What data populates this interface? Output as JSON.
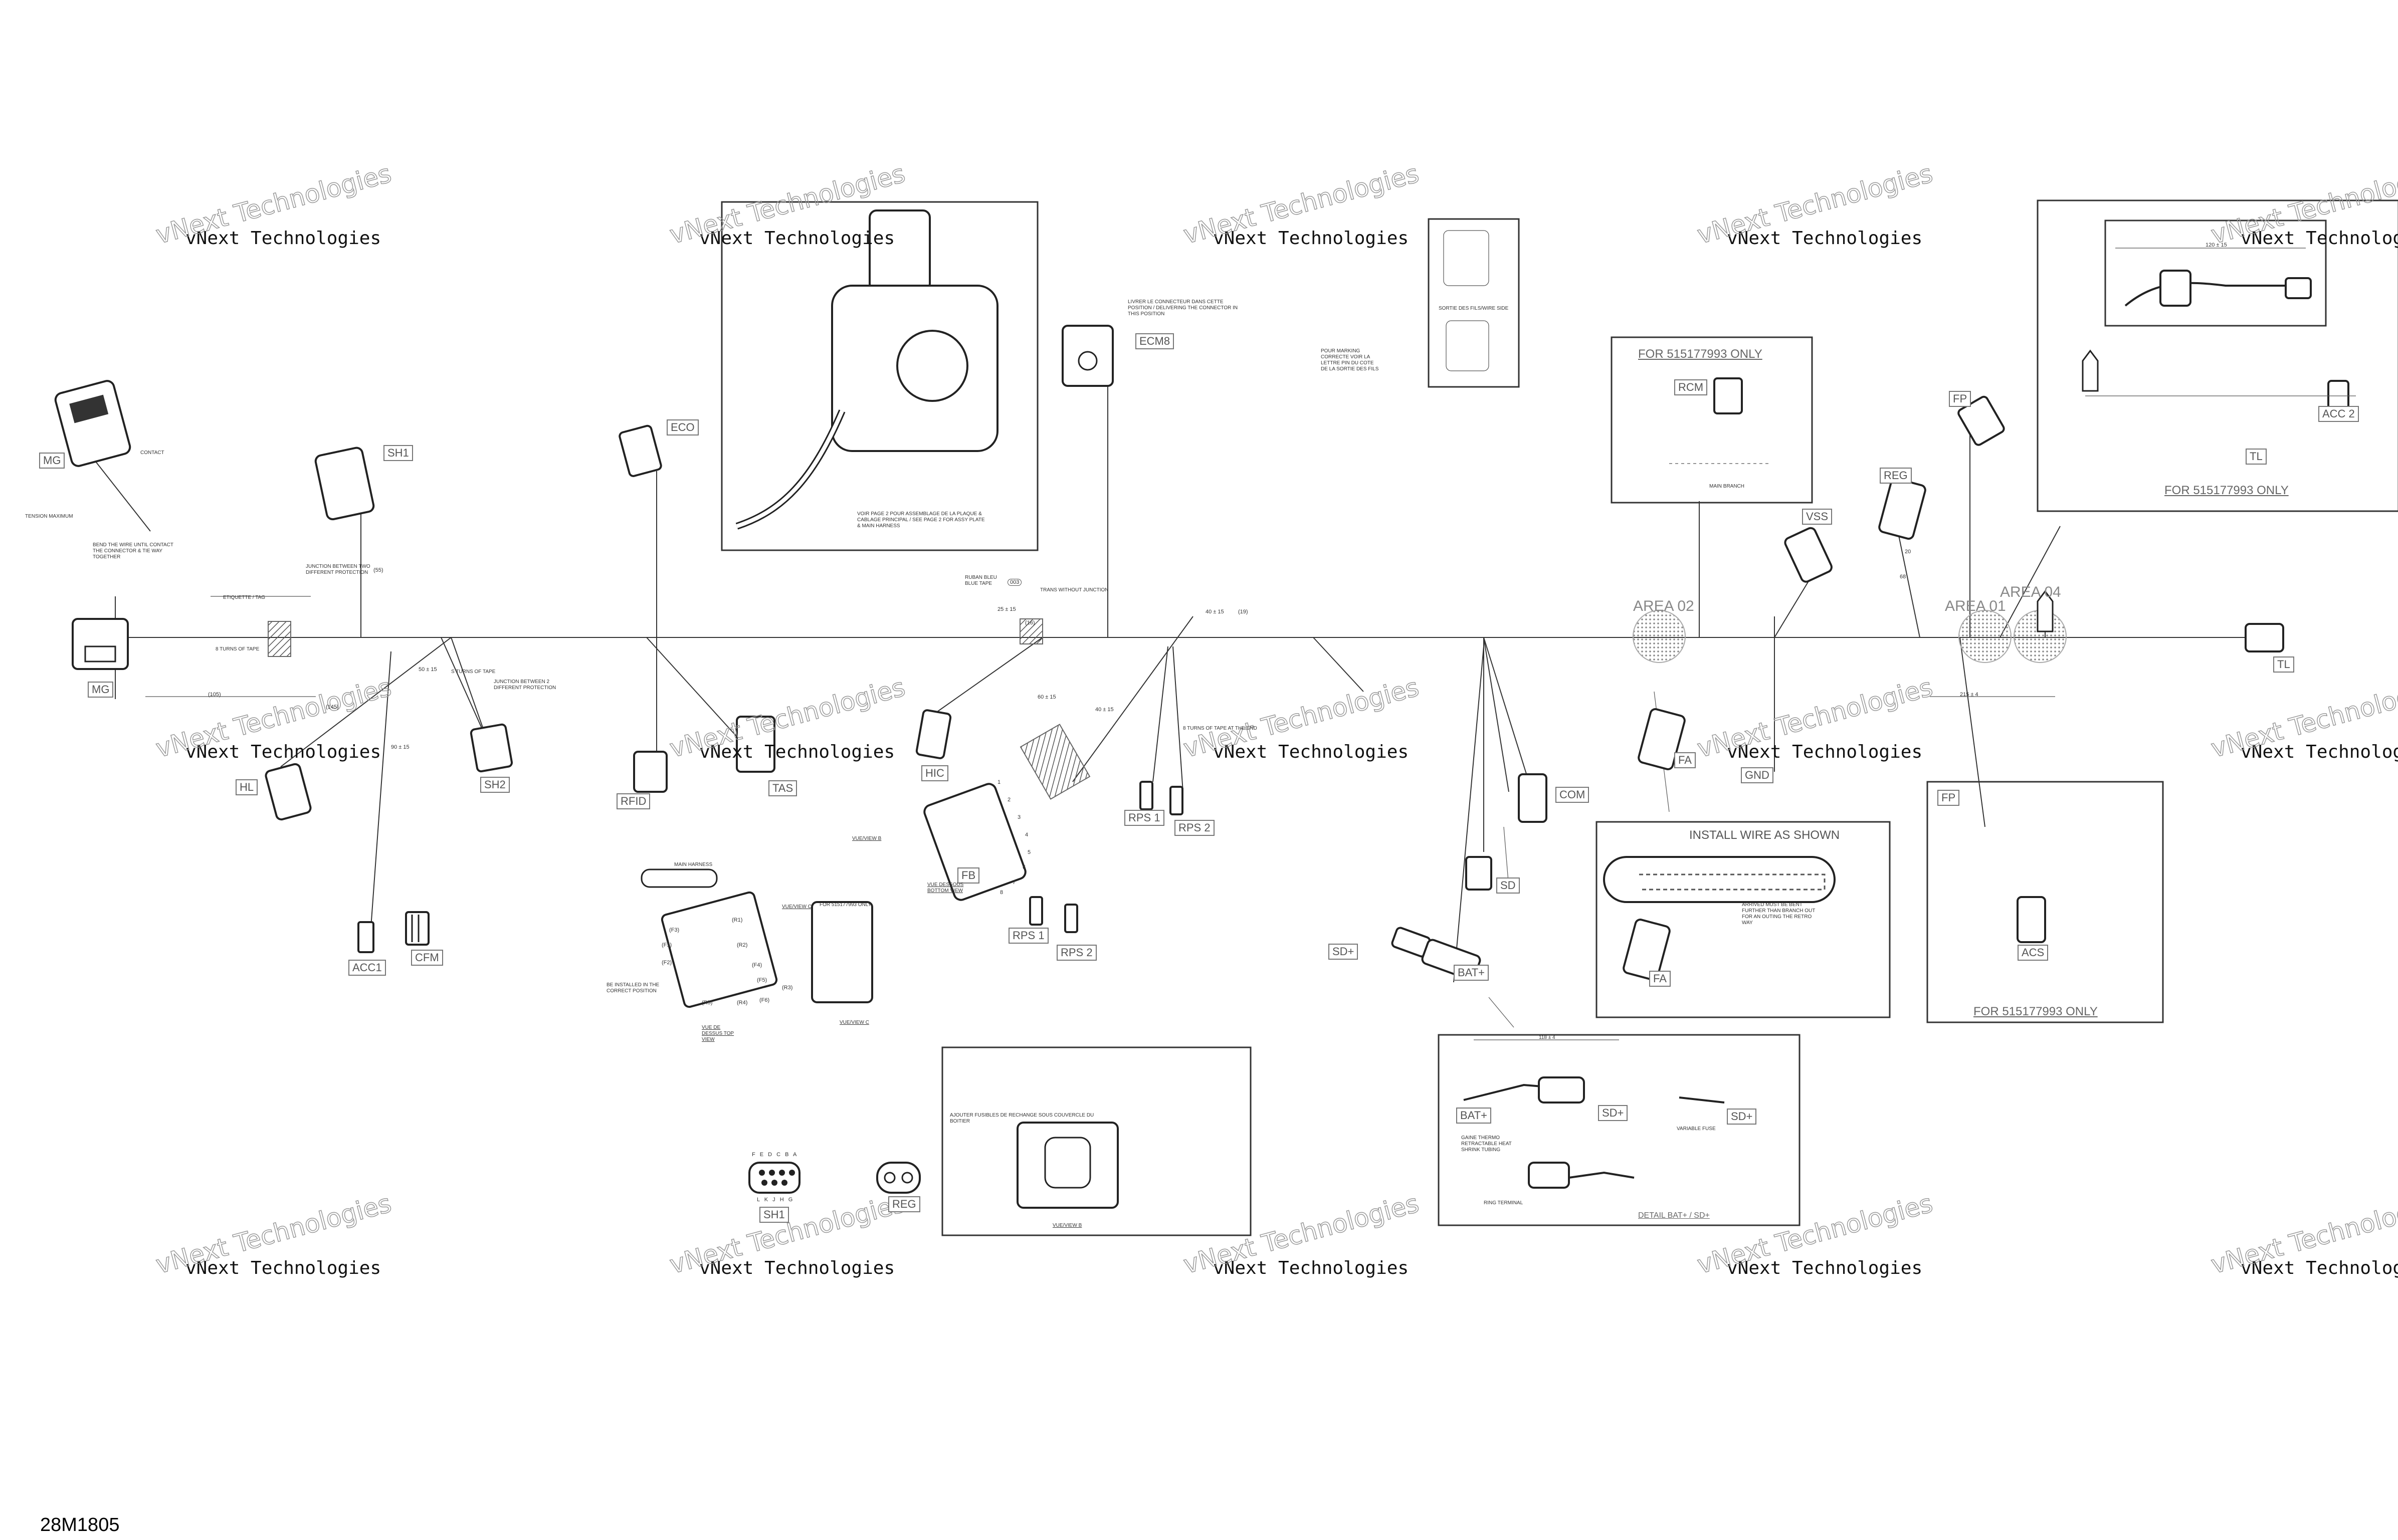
{
  "drawing_code": "28M1805",
  "watermark": {
    "line1": "vNext Technologies",
    "line2": "Technologies"
  },
  "connector_tags": {
    "mg_top": "MG",
    "mg": "MG",
    "sh1": "SH1",
    "hl": "HL",
    "sh2": "SH2",
    "acc1": "ACC1",
    "cfm": "CFM",
    "eco": "ECO",
    "rfid": "RFID",
    "tas": "TAS",
    "ecm8": "ECM8",
    "hic": "HIC",
    "fb": "FB",
    "rps1": "RPS 1",
    "rps2": "RPS 2",
    "rps1_b": "RPS 1",
    "rps2_b": "RPS 2",
    "com": "COM",
    "sd": "SD",
    "sd_plus": "SD+",
    "bat_plus": "BAT+",
    "rcm": "RCM",
    "vss": "VSS",
    "fa": "FA",
    "fa2": "FA",
    "gnd": "GND",
    "reg": "REG",
    "fp": "FP",
    "fp2": "FP",
    "acc2": "ACC 2",
    "acs": "ACS",
    "tl": "TL",
    "tl_top": "TL",
    "sh1_pin": "SH1",
    "reg_pin": "REG",
    "bat_plus_d": "BAT+",
    "sd_plus_d1": "SD+",
    "sd_plus_d2": "SD+"
  },
  "section_labels": {
    "for_only_1": "FOR 515177993 ONLY",
    "for_only_2": "FOR 515177993 ONLY",
    "for_only_3": "FOR 515177993 ONLY",
    "area_02": "AREA 02",
    "area_01": "AREA 01",
    "area_04": "AREA 04",
    "install_wire": "INSTALL WIRE AS SHOWN",
    "detail_bat": "DETAIL BAT+ / SD+",
    "vue_b": "VUE/VIEW B",
    "vue_c": "VUE/VIEW C",
    "vue_dessous": "VUE DESSOUS BOTTOM VIEW",
    "vue_de_dessus": "VUE DE DESSUS TOP VIEW",
    "vue_b2": "VUE/VIEW B",
    "vue_c2": "VUE/VIEW C"
  },
  "notes": {
    "contact": "CONTACT",
    "tension": "TENSION MAXIMUM",
    "bend_wire": "BEND THE WIRE UNTIL CONTACT THE CONNECTOR & TIE WAY TOGETHER",
    "junction_two": "JUNCTION BETWEEN TWO DIFFERENT PROTECTION",
    "etiquette": "ETIQUETTE / TAG",
    "turns_tape": "8 TURNS OF TAPE",
    "junction_2": "JUNCTION BETWEEN 2 DIFFERENT PROTECTION",
    "voir_page": "VOIR PAGE 2 POUR ASSEMBLAGE DE LA PLAQUE & CABLAGE PRINCIPAL / SEE PAGE 2 FOR ASSY PLATE & MAIN HARNESS",
    "ruban_bleu": "RUBAN BLEU BLUE TAPE",
    "trans_junction": "TRANS WITHOUT JUNCTION",
    "turns_end": "8 TURNS OF TAPE AT THE END",
    "main_harness": "MAIN HARNESS",
    "for_only_small": "FOR 515177993 ONLY",
    "install_note": "BE INSTALLED IN THE CORRECT POSITION",
    "arrive_note": "ARRIVED MUST BE BENT FURTHER THAN BRANCH OUT FOR AN OUTING THE RETRO WAY",
    "main_branch": "MAIN BRANCH",
    "shrink": "GAINE THERMO RETRACTABLE HEAT SHRINK TUBING",
    "variable_fuse": "VARIABLE FUSE",
    "ecm_note": "LIVRER LE CONNECTEUR DANS CETTE POSITION / DELIVERING THE CONNECTOR IN THIS POSITION",
    "mettre_note": "POUR MARKING CORRECTE VOIR LA LETTRE PIN DU COTE DE LA SORTIE DES FILS",
    "sortie_note": "SORTIE DES FILS/WIRE SIDE",
    "ajouter_note": "AJOUTER FUSIBLES DE RECHANGE SOUS COUVERCLE DU BOITIER",
    "s_tape": "S TURNS OF TAPE",
    "ring_note": "RING TERMINAL",
    "length_note": "118 ± 4"
  },
  "dims": {
    "d1": "(55)",
    "d2": "(105)",
    "d3": "(145)",
    "d4": "(19)",
    "d5": "25 ± 15",
    "d6": "40 ± 15",
    "d7": "60 ± 15",
    "d8": "40 ± 15",
    "d9": "50 ± 15",
    "d10": "90 ± 15",
    "d11": "215 ± 4",
    "d12": "68",
    "d13": "120 ± 15",
    "d14": "20",
    "d15": "(16)",
    "d16": "003"
  },
  "pins": {
    "sh1_top": "F E D C B A",
    "sh1_bot": "L K J H G",
    "fb_pins": [
      "1",
      "2",
      "3",
      "4",
      "5",
      "6",
      "7",
      "8"
    ],
    "fuse_labels": [
      "(F3)",
      "(F1)",
      "(F2)",
      "(R1)",
      "(R2)",
      "(F4)",
      "(F5)",
      "(R3)",
      "(F6)",
      "(R4)",
      "(R5)"
    ]
  },
  "colors": {
    "line": "#333333",
    "accent_tag": "#666666"
  }
}
